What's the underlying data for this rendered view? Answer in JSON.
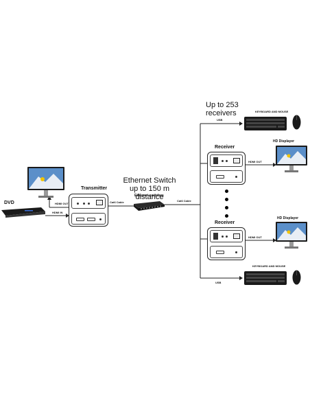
{
  "heading_receivers": "Up to 253\nreceivers",
  "heading_switch": "Ethernet Switch\nup to 150 m distance",
  "labels": {
    "dvd": "DVD",
    "transmitter": "Transmitter",
    "hdmi_out_tx": "HDMI OUT",
    "hdmi_in": "HDMI IN",
    "cat6_left": "Cat6 Cable",
    "ethernet_switches": "Ethernet switches",
    "cat6_right": "Cat6 Cable",
    "usb_top": "USB",
    "keyboard_mouse_top": "KEYBOARD AND MOUSE",
    "receiver_top": "Receiver",
    "hd_displayer_top": "HD Displayer",
    "hdmi_out_top": "HDMI OUT",
    "receiver_bottom": "Receiver",
    "hd_displayer_bottom": "HD Displayer",
    "hdmi_out_bottom": "HDMI OUT",
    "keyboard_mouse_bottom": "KEYBOARD AND MOUSE",
    "usb_bottom": "USB"
  },
  "colors": {
    "line": "#222222",
    "device_dark": "#1a1a1a",
    "screen_sky": "#5b8fc9",
    "screen_snow": "#e8eef5",
    "skier": "#f2c400"
  }
}
